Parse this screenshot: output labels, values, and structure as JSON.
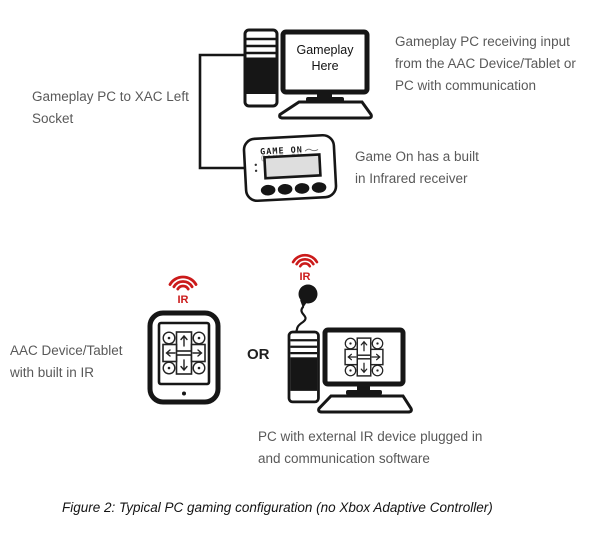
{
  "colors": {
    "ir_red": "#cb1a1a",
    "label_gray": "#595959",
    "ink": "#161616"
  },
  "top": {
    "monitor_lines": [
      "Gameplay",
      "Here"
    ],
    "left_label_lines": [
      "Gameplay PC to XAC Left",
      "Socket"
    ],
    "right_label_lines": [
      "Gameplay PC receiving input",
      "from the AAC Device/Tablet or",
      "PC with communication"
    ],
    "game_on_logo": "GAME ON",
    "game_on_label_lines": [
      "Game On has a built",
      "in Infrared receiver"
    ]
  },
  "bottom": {
    "ir_label": "IR",
    "tablet_label_lines": [
      "AAC Device/Tablet",
      "with built in IR"
    ],
    "or_label": "OR",
    "pc_label_lines": [
      "PC with external IR device plugged in",
      "and communication software"
    ]
  },
  "caption": "Figure 2: Typical PC gaming configuration (no Xbox Adaptive Controller)"
}
